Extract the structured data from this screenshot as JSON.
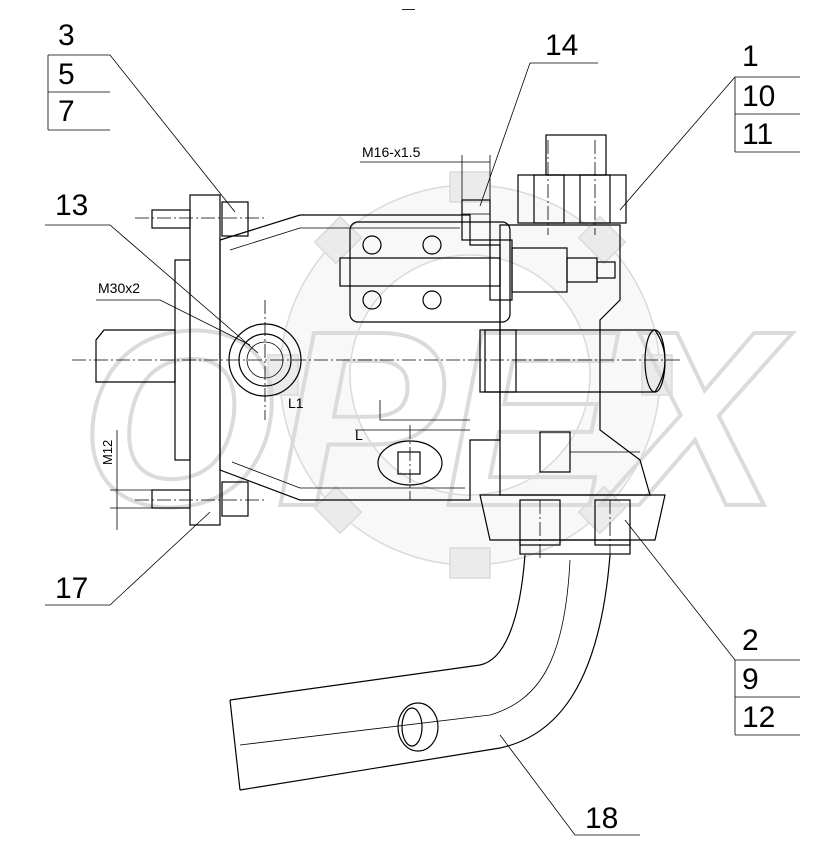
{
  "callouts": {
    "top_left": [
      "3",
      "5",
      "7"
    ],
    "top_right": [
      "1",
      "10",
      "11"
    ],
    "bottom_right": [
      "2",
      "9",
      "12"
    ],
    "c13": "13",
    "c14": "14",
    "c17": "17",
    "c18": "18"
  },
  "dimensions": {
    "m16": "M16-x1.5",
    "m30": "M30x2",
    "m12": "M12",
    "port_l1": "L1",
    "port_l": "L"
  },
  "watermark": {
    "brand": "OPEX"
  },
  "header_mark": "—"
}
